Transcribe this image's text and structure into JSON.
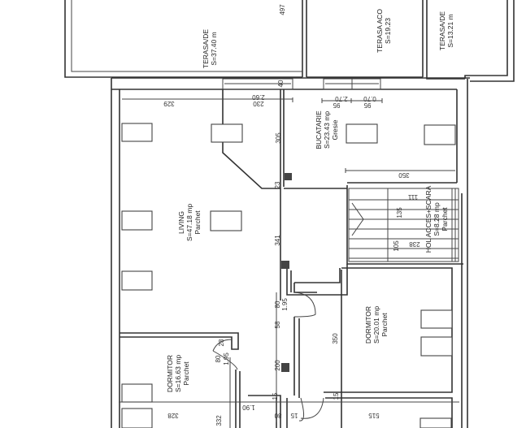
{
  "rooms": {
    "terasa1": {
      "name": "TERASA/DE",
      "area": "S=37.40 m"
    },
    "terasa2": {
      "name": "TERASA ACO",
      "area": "S=19.23"
    },
    "terasa3": {
      "name": "TERASA/DE",
      "area": "S=13.21 m"
    },
    "bucatarie": {
      "name": "BUCATARIE",
      "area": "S=23.43 mp",
      "floor": "Gresie"
    },
    "living": {
      "name": "LIVING",
      "area": "S=47.18 mp",
      "floor": "Parchet"
    },
    "hol": {
      "name": "HOL ACCES+SCARA",
      "area": "S=8.28 mp",
      "floor": "Parchet"
    },
    "dormitor1": {
      "name": "DORMITOR",
      "area": "S=20.01 mp",
      "floor": "Parchet"
    },
    "dormitor2": {
      "name": "DORMITOR",
      "area": "S=16.63 mp",
      "floor": "Parchet"
    }
  },
  "dimensions": {
    "d497": "497",
    "d40": "40",
    "d329": "329",
    "d230": "230",
    "d260": "2.60",
    "d95a": "95",
    "d270": "2.70",
    "d95b": "95",
    "d070": "0.70",
    "d305": "305",
    "d23": "23",
    "d350a": "350",
    "d341": "341",
    "d111": "111",
    "d135": "135",
    "d105": "105",
    "d238": "238",
    "d80a": "80",
    "d195a": "1.95",
    "d58": "58",
    "d350b": "350",
    "d28": "28",
    "d80b": "80",
    "d195b": "1.95",
    "d200": "200",
    "d15a": "15",
    "d15b": "15",
    "d90": "1.90",
    "d328": "328",
    "d332": "332",
    "d15c": "15",
    "d80c": "80",
    "d515": "515"
  }
}
